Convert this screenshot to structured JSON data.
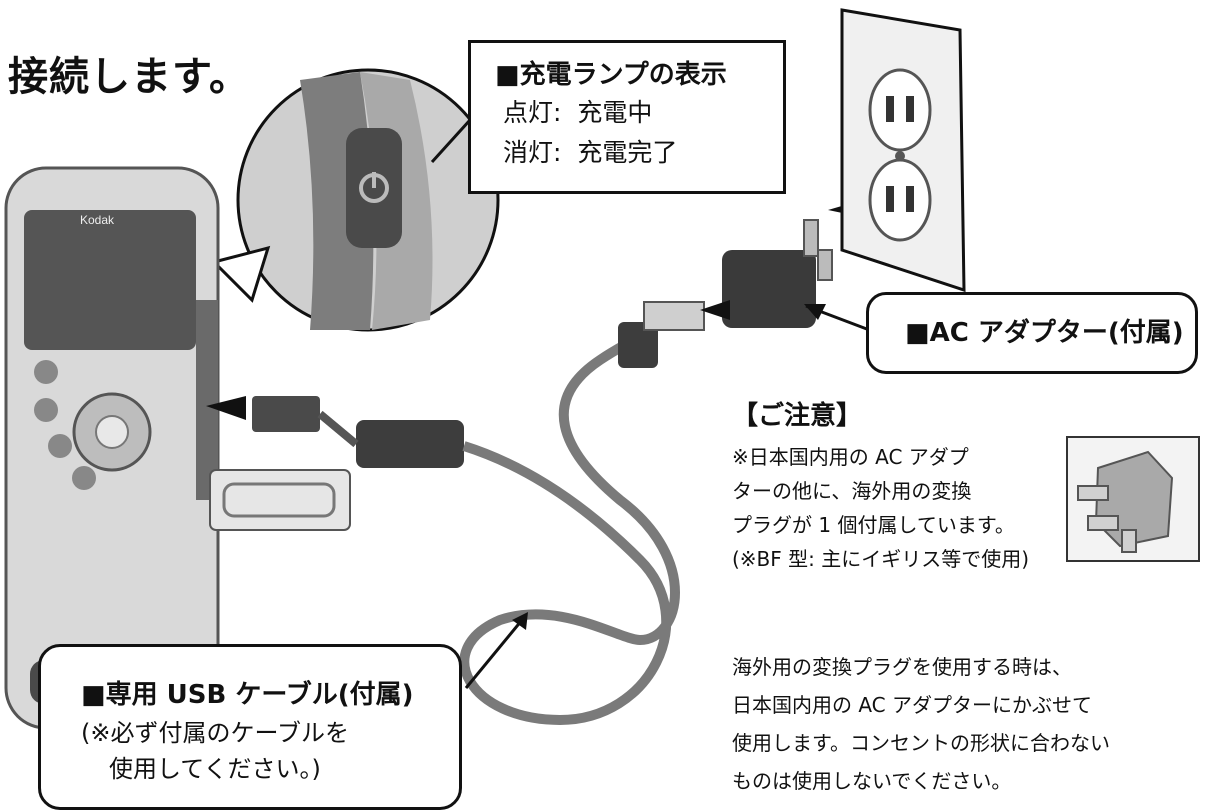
{
  "heading": "接続します。",
  "lamp_box": {
    "title": "■充電ランプの表示",
    "lines": [
      {
        "label": "点灯:",
        "value": "充電中"
      },
      {
        "label": "消灯:",
        "value": "充電完了"
      }
    ]
  },
  "camera": {
    "brand": "Kodak"
  },
  "adapter_label": "■AC アダプター(付属)",
  "notice": {
    "title": "【ご注意】",
    "lines": [
      "※日本国内用の AC アダプ",
      "ターの他に、海外用の変換",
      "プラグが 1 個付属しています。",
      "(※BF 型: 主にイギリス等で使用)"
    ]
  },
  "usb_box": {
    "title": "■専用 USB ケーブル(付属)",
    "lines": [
      "(※必ず付属のケーブルを",
      "使用してください。)"
    ]
  },
  "paragraph": [
    "海外用の変換プラグを使用する時は、",
    "日本国内用の AC アダプターにかぶせて",
    "使用します。コンセントの形状に合わない",
    "ものは使用しないでください。"
  ],
  "colors": {
    "line": "#111111",
    "device": "#9a9a9a",
    "device_dark": "#3a3a3a"
  }
}
